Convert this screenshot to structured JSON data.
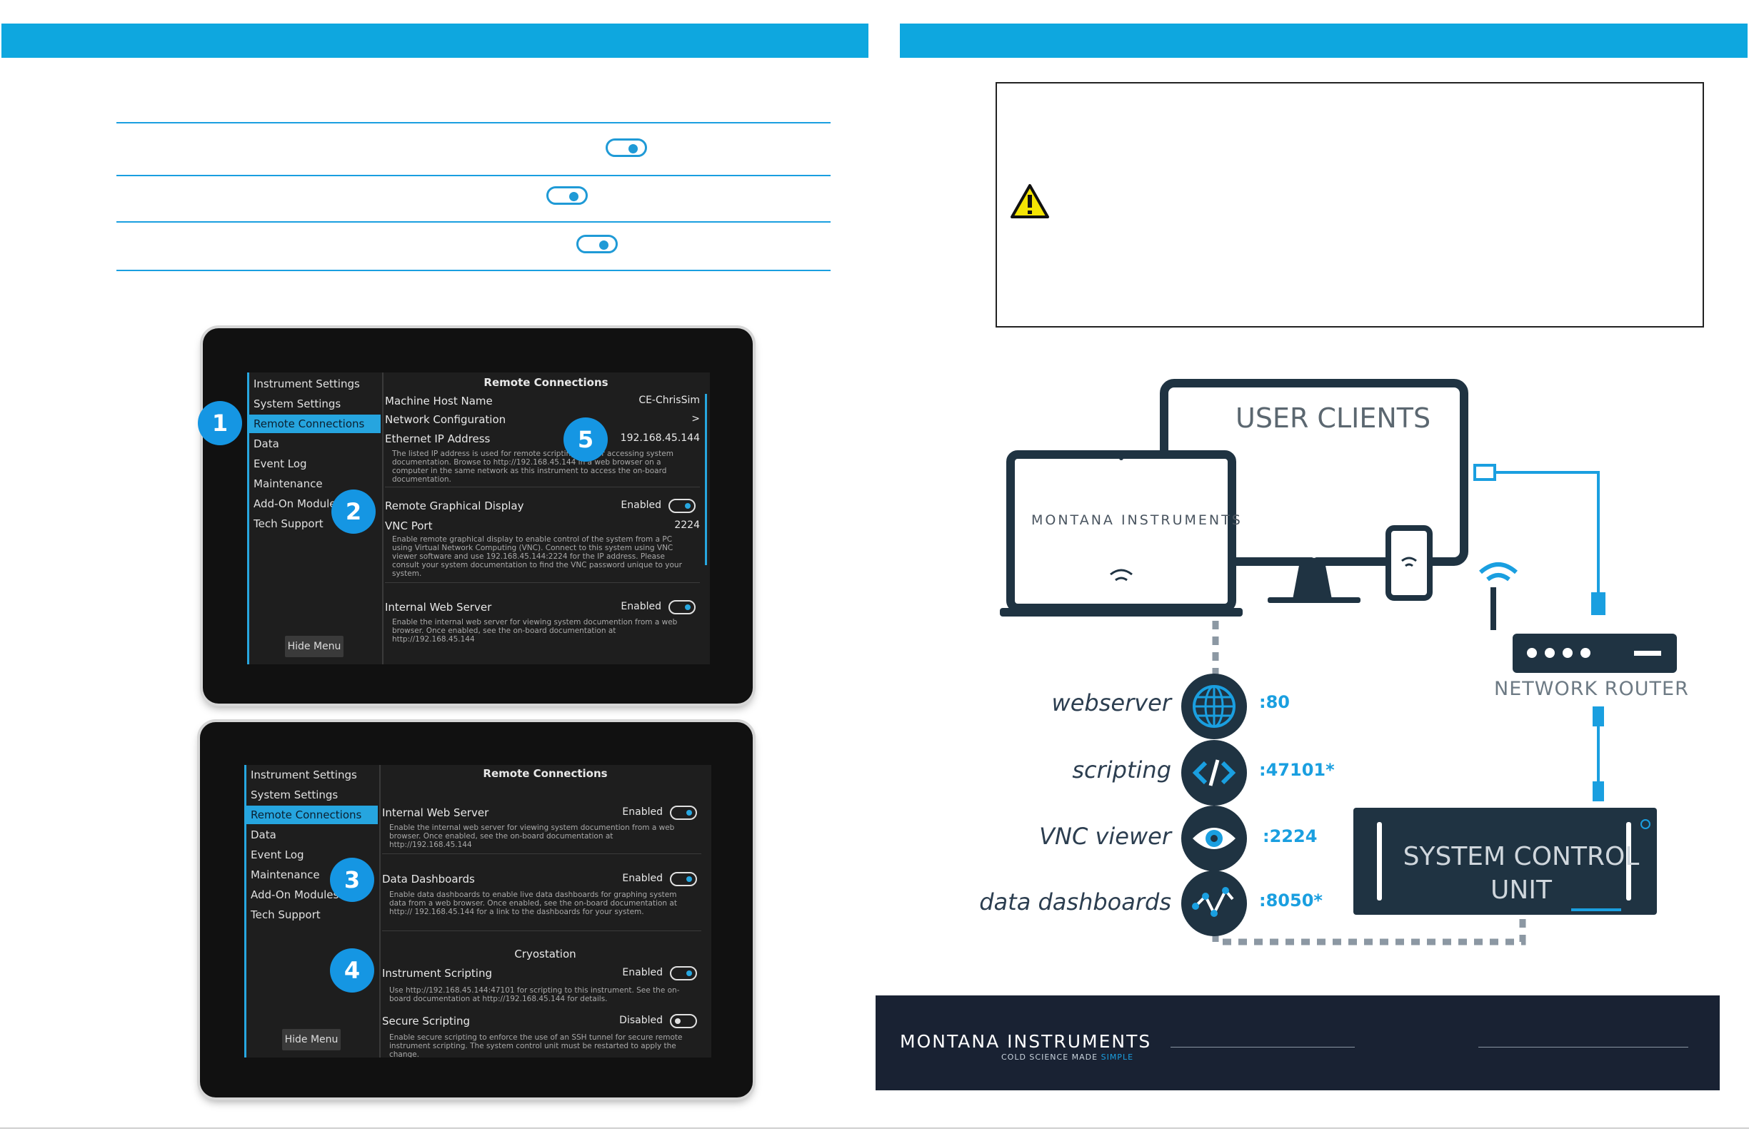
{
  "tablet_top": {
    "title": "Remote Connections",
    "menu": [
      "Instrument Settings",
      "System Settings",
      "Remote Connections",
      "Data",
      "Event Log",
      "Maintenance",
      "Add-On Modules",
      "Tech Support"
    ],
    "hide_menu": "Hide Menu",
    "rows": {
      "host_label": "Machine Host Name",
      "host_value": "CE-ChrisSim",
      "netcfg_label": "Network Configuration",
      "netcfg_value": ">",
      "ip_label": "Ethernet IP Address",
      "ip_value": "192.168.45.144",
      "ip_desc": "The listed IP address is used for remote scripting and for accessing system documentation. Browse to http://192.168.45.144 in a web browser on a computer in the same network as this instrument to access the on-board documentation.",
      "rgd_label": "Remote Graphical Display",
      "rgd_state": "Enabled",
      "vnc_label": "VNC Port",
      "vnc_value": "2224",
      "vnc_desc": "Enable remote graphical display to enable control of the system from a PC using Virtual Network Computing (VNC). Connect to this system using VNC viewer software and use 192.168.45.144:2224 for the IP address. Please consult your system documentation to find the VNC password unique to your system.",
      "iws_label": "Internal Web Server",
      "iws_state": "Enabled",
      "iws_desc": "Enable the internal web server for viewing system documention from a web browser. Once enabled, see the on-board documentation at http://192.168.45.144"
    }
  },
  "tablet_bottom": {
    "title": "Remote Connections",
    "menu": [
      "Instrument Settings",
      "System Settings",
      "Remote Connections",
      "Data",
      "Event Log",
      "Maintenance",
      "Add-On Modules",
      "Tech Support"
    ],
    "hide_menu": "Hide Menu",
    "rows": {
      "iws_label": "Internal Web Server",
      "iws_state": "Enabled",
      "iws_desc": "Enable the internal web server for viewing system documention from a web browser. Once enabled, see the on-board documentation at http://192.168.45.144",
      "dd_label": "Data Dashboards",
      "dd_state": "Enabled",
      "dd_desc": "Enable data dashboards to enable live data dashboards for graphing system data from a web browser. Once enabled, see the on-board documentation at http:// 192.168.45.144 for a link to the dashboards for your system.",
      "section": "Cryostation",
      "is_label": "Instrument Scripting",
      "is_state": "Enabled",
      "is_desc": "Use http://192.168.45.144:47101 for scripting to this instrument. See the on-board documentation at http://192.168.45.144 for details.",
      "ss_label": "Secure Scripting",
      "ss_state": "Disabled",
      "ss_desc": "Enable secure scripting to enforce the use of an SSH tunnel for secure remote instrument scripting. The system control unit must be restarted to apply the change."
    }
  },
  "badges": [
    "1",
    "2",
    "3",
    "4",
    "5"
  ],
  "diagram": {
    "user_clients": "USER CLIENTS",
    "laptop_logo": "MONTANA INSTRUMENTS",
    "network_router": "NETWORK ROUTER",
    "system_control_unit_1": "SYSTEM CONTROL",
    "system_control_unit_2": "UNIT",
    "services": [
      {
        "label": "webserver",
        "port": ":80",
        "icon": "globe-icon"
      },
      {
        "label": "scripting",
        "port": ":47101*",
        "icon": "code-icon"
      },
      {
        "label": "VNC viewer",
        "port": ":2224",
        "icon": "eye-icon"
      },
      {
        "label": "data dashboards",
        "port": ":8050*",
        "icon": "chart-line-icon"
      }
    ]
  },
  "footer": {
    "brand": "MONTANA INSTRUMENTS",
    "tagline": "COLD SCIENCE MADE",
    "tagline_accent": "SIMPLE"
  },
  "colors": {
    "accent": "#0ea7df",
    "dark": "#192233",
    "diagram_dark": "#1f3342"
  }
}
